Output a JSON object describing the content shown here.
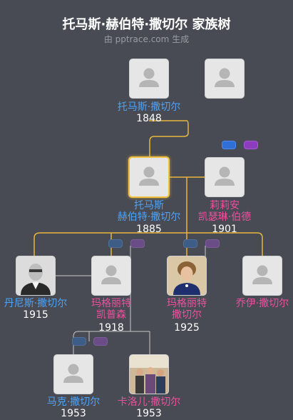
{
  "header": {
    "title": "托马斯·赫伯特·撒切尔 家族树",
    "subtitle": "由 pptrace.com 生成"
  },
  "people": {
    "grandfather": {
      "name": "托马斯·撒切尔",
      "year": "1848"
    },
    "grandmother": {
      "name": "",
      "year": ""
    },
    "father": {
      "name_line1": "托马斯",
      "name_line2": "赫伯特·撒切尔",
      "year": "1885"
    },
    "mother": {
      "name_line1": "莉莉安",
      "name_line2": "凯瑟琳·伯德",
      "year": "1901"
    },
    "child1": {
      "name": "丹尼斯·撒切尔",
      "year": "1915"
    },
    "child2": {
      "name_line1": "玛格丽特",
      "name_line2": "凯普森",
      "year": "1918"
    },
    "child3": {
      "name_line1": "玛格丽特",
      "name_line2": "撒切尔",
      "year": "1925"
    },
    "child4": {
      "name": "乔伊·撒切尔",
      "year": ""
    },
    "grandchild1": {
      "name": "马克·撒切尔",
      "year": "1953"
    },
    "grandchild2": {
      "name": "卡洛儿·撒切尔",
      "year": "1953"
    }
  },
  "colors": {
    "background": "#484b53",
    "male": "#4ea3f7",
    "female": "#f04fa0",
    "line_gold": "#e7b63e",
    "line_gray": "#c9c9c9"
  }
}
